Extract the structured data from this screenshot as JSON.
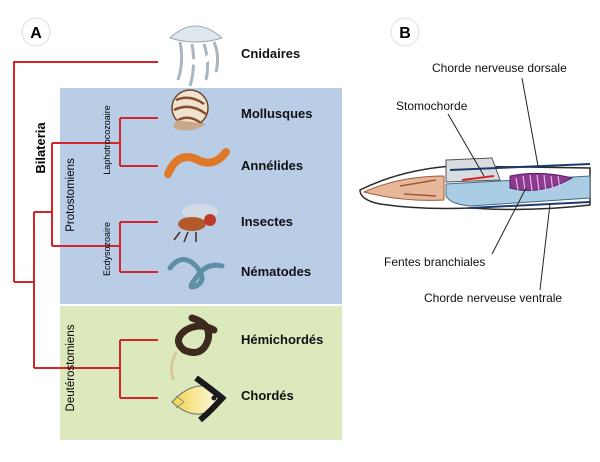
{
  "panel_a": {
    "label": "A",
    "clade_labels": {
      "bilateria": "Bilateria",
      "protostomiens": "Protostomiens",
      "deuterostomiens": "Deutérostomiens",
      "lophotrocozoaire": "Laphotrocozoaire",
      "ecdysozoaire": "Ecdysozoaire"
    },
    "taxa": [
      {
        "name": "Cnidaires",
        "icon": "jellyfish-icon"
      },
      {
        "name": "Mollusques",
        "icon": "nautilus-icon"
      },
      {
        "name": "Annélides",
        "icon": "worm-icon"
      },
      {
        "name": "Insectes",
        "icon": "fly-icon"
      },
      {
        "name": "Nématodes",
        "icon": "nematode-icon"
      },
      {
        "name": "Hémichordés",
        "icon": "acorn-worm-icon"
      },
      {
        "name": "Chordés",
        "icon": "fish-icon"
      }
    ],
    "colors": {
      "tree_line": "#d0262c",
      "protostome_bg": "#b9cde6",
      "deuterostome_bg": "#dce9bd"
    }
  },
  "panel_b": {
    "label": "B",
    "annotations": {
      "dorsal": "Chorde nerveuse dorsale",
      "stomochorde": "Stomochorde",
      "fentes": "Fentes branchiales",
      "ventral": "Chorde nerveuse ventrale"
    }
  }
}
